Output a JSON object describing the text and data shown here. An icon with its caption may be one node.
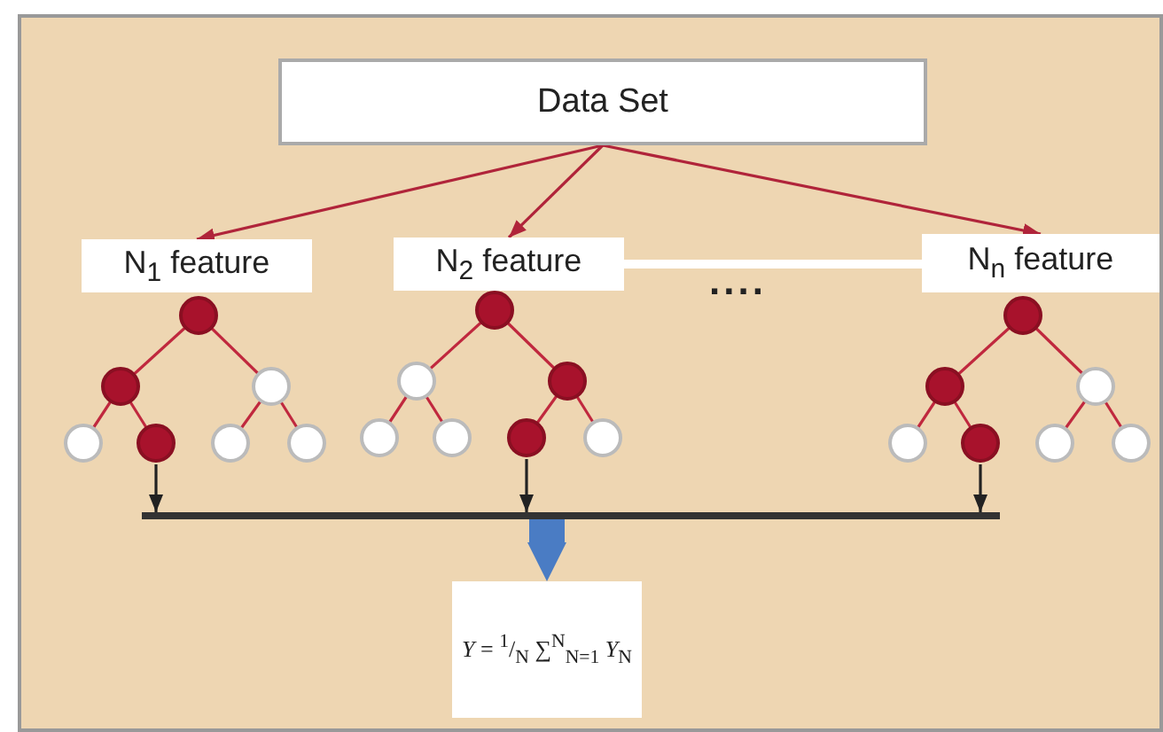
{
  "diagram": {
    "nodes": [
      {
        "text": [
          "Data Set"
        ]
      },
      {
        "text": [
          "N$_{1}$ feature"
        ]
      },
      {
        "text": [
          "N$_{2}$ feature"
        ]
      },
      {
        "text": [
          "N$_{n}$ feature"
        ]
      },
      {
        "text": [],
        "shape": "tree"
      },
      {
        "text": [],
        "shape": "tree"
      },
      {
        "text": [],
        "shape": "tree"
      },
      {
        "text": [],
        "shape": "bar"
      },
      {
        "text": [
          "*Y* = $^{1}$/$_{N}$ ∑$^{N}$$_{N=1}$ *Y*$_{N}$"
        ]
      }
    ],
    "edges": [
      {
        "from": 0,
        "to": 1,
        "arrow": "to",
        "color": "#b0243a"
      },
      {
        "from": 0,
        "to": 2,
        "arrow": "to",
        "color": "#b0243a"
      },
      {
        "from": 0,
        "to": 3,
        "arrow": "to",
        "color": "#b0243a"
      },
      {
        "from": 2,
        "to": 3,
        "arrow": "none",
        "style": "thick",
        "color": "#ffffff"
      },
      {
        "from": 4,
        "to": 7,
        "arrow": "to",
        "color": "#222222"
      },
      {
        "from": 5,
        "to": 7,
        "arrow": "to",
        "color": "#222222"
      },
      {
        "from": 6,
        "to": 7,
        "arrow": "to",
        "color": "#222222"
      },
      {
        "from": 7,
        "to": 8,
        "arrow": "to",
        "style": "thick",
        "color": "#4a7cc4"
      }
    ],
    "labels": [
      "...."
    ]
  }
}
